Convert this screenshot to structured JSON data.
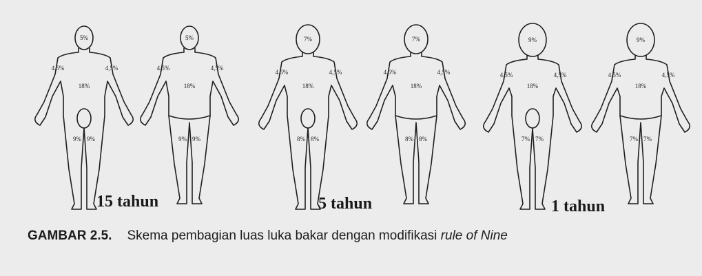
{
  "figures": [
    {
      "age_label": "15 tahun",
      "front": {
        "head": "5%",
        "arm_left": "4,5%",
        "arm_right": "4,5%",
        "trunk": "18%",
        "leg_left": "9%",
        "leg_right": "9%"
      },
      "back": {
        "head": "5%",
        "arm_left": "4,5%",
        "arm_right": "4,5%",
        "trunk": "18%",
        "leg_left": "9%",
        "leg_right": "9%"
      }
    },
    {
      "age_label": "5 tahun",
      "front": {
        "head": "7%",
        "arm_left": "4,5%",
        "arm_right": "4,5%",
        "trunk": "18%",
        "leg_left": "8%",
        "leg_right": "8%"
      },
      "back": {
        "head": "7%",
        "arm_left": "4,5%",
        "arm_right": "4,5%",
        "trunk": "18%",
        "leg_left": "8%",
        "leg_right": "8%"
      }
    },
    {
      "age_label": "1 tahun",
      "front": {
        "head": "9%",
        "arm_left": "4,5%",
        "arm_right": "4,5%",
        "trunk": "18%",
        "leg_left": "7%",
        "leg_right": "7%"
      },
      "back": {
        "head": "9%",
        "arm_left": "4,5%",
        "arm_right": "4,5%",
        "trunk": "18%",
        "leg_left": "7%",
        "leg_right": "7%"
      }
    }
  ],
  "caption": {
    "label": "GAMBAR 2.5.",
    "text": "Skema pembagian luas luka bakar dengan modifikasi ",
    "emphasis": "rule of Nine"
  }
}
